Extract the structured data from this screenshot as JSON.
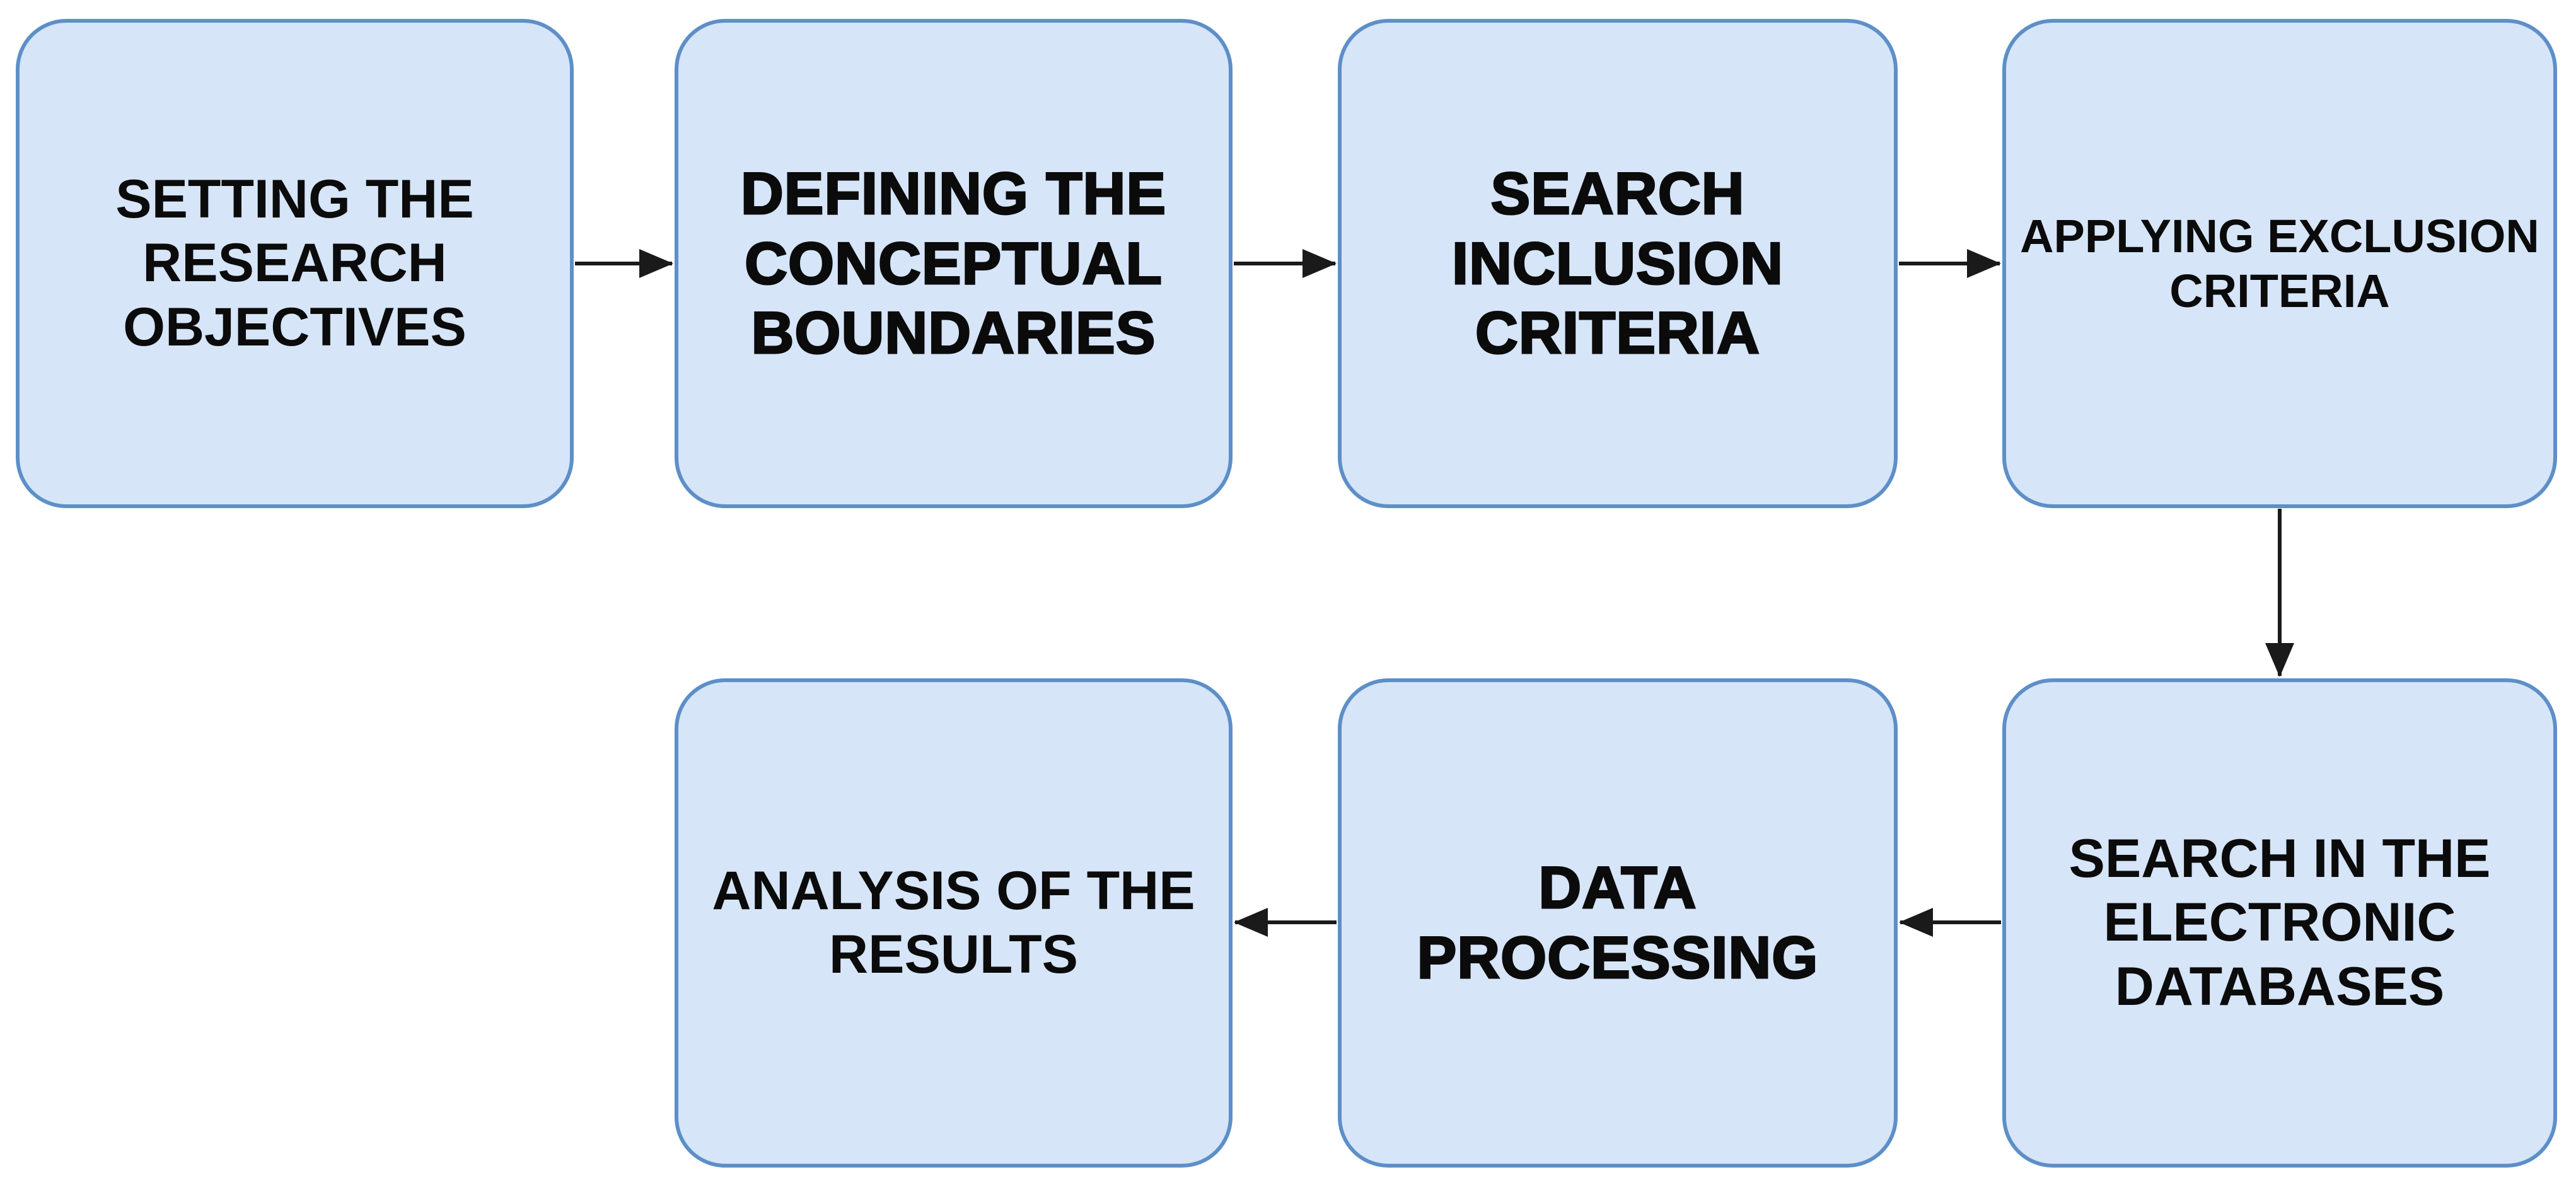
{
  "figure": {
    "type": "flowchart",
    "background_color": "#ffffff",
    "node_fill_color": "#d6e5f8",
    "node_border_color": "#5d8fc8",
    "arrow_color": "#1a1a1a",
    "text_color": "#0b0b0b"
  },
  "nodes": [
    {
      "id": "setting-research-objectives",
      "label": "SETTING THE\nRESEARCH\nOBJECTIVES",
      "row": 1,
      "col": 1,
      "emphasis": "bold"
    },
    {
      "id": "defining-conceptual-boundaries",
      "label": "DEFINING THE\nCONCEPTUAL\nBOUNDARIES",
      "row": 1,
      "col": 2,
      "emphasis": "heavy"
    },
    {
      "id": "search-inclusion-criteria",
      "label": "SEARCH\nINCLUSION\nCRITERIA",
      "row": 1,
      "col": 3,
      "emphasis": "heavy"
    },
    {
      "id": "applying-exclusion-criteria",
      "label": "APPLYING EXCLUSION\nCRITERIA",
      "row": 1,
      "col": 4,
      "emphasis": "bold"
    },
    {
      "id": "search-electronic-databases",
      "label": "SEARCH IN THE\nELECTRONIC\nDATABASES",
      "row": 2,
      "col": 4,
      "emphasis": "bold"
    },
    {
      "id": "data-processing",
      "label": "DATA\nPROCESSING",
      "row": 2,
      "col": 3,
      "emphasis": "heavy"
    },
    {
      "id": "analysis-of-results",
      "label": "ANALYSIS OF THE\nRESULTS",
      "row": 2,
      "col": 2,
      "emphasis": "bold"
    }
  ],
  "edges": [
    {
      "from": "setting-research-objectives",
      "to": "defining-conceptual-boundaries",
      "direction": "right"
    },
    {
      "from": "defining-conceptual-boundaries",
      "to": "search-inclusion-criteria",
      "direction": "right"
    },
    {
      "from": "search-inclusion-criteria",
      "to": "applying-exclusion-criteria",
      "direction": "right"
    },
    {
      "from": "applying-exclusion-criteria",
      "to": "search-electronic-databases",
      "direction": "down"
    },
    {
      "from": "search-electronic-databases",
      "to": "data-processing",
      "direction": "left"
    },
    {
      "from": "data-processing",
      "to": "analysis-of-results",
      "direction": "left"
    }
  ]
}
